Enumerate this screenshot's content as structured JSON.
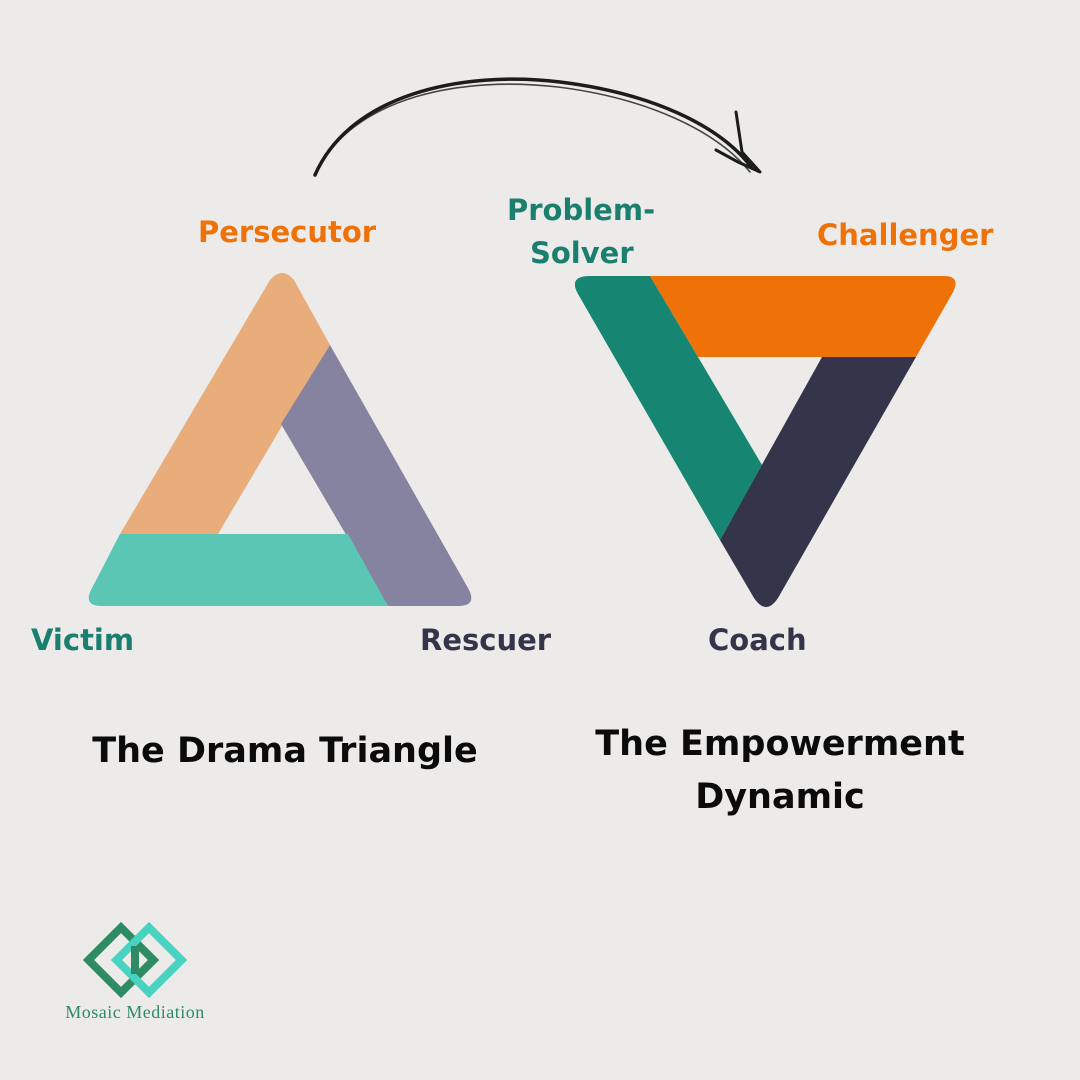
{
  "drama_triangle": {
    "title": "The Drama Triangle",
    "roles": {
      "top": "Persecutor",
      "bottom_left": "Victim",
      "bottom_right": "Rescuer"
    }
  },
  "empowerment_dynamic": {
    "title_line1": "The Empowerment",
    "title_line2": "Dynamic",
    "roles": {
      "top_left_line1": "Problem-",
      "top_left_line2": "Solver",
      "top_right": "Challenger",
      "bottom": "Coach"
    }
  },
  "logo": {
    "name": "Mosaic Mediation"
  },
  "colors": {
    "background": "#edebe9",
    "persecutor": "#e9ad7c",
    "victim": "#5cc6b4",
    "rescuer": "#85839f",
    "problem_solver": "#168673",
    "challenger": "#ef7209",
    "coach": "#34344a",
    "label_orange": "#ef7209",
    "label_teal": "#1a7f6e",
    "label_navy": "#34344a",
    "logo_dark": "#2e8b63",
    "logo_light": "#48d2c0"
  }
}
